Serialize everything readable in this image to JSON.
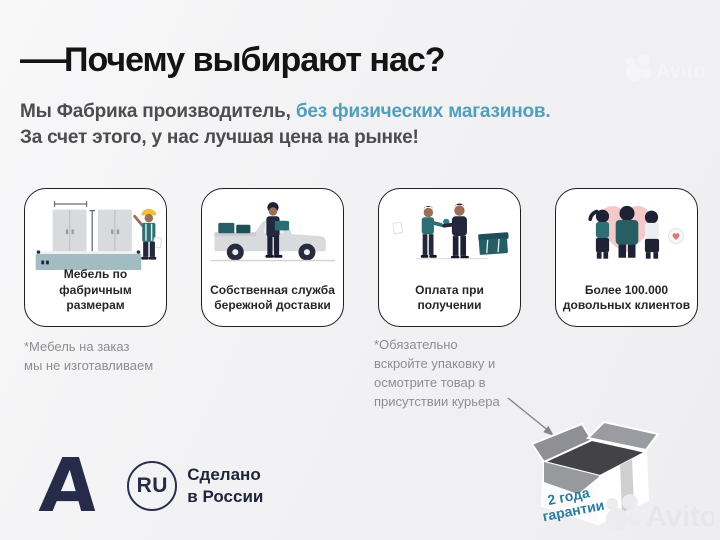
{
  "header": {
    "dash": "—",
    "title": "Почему выбирают нас?"
  },
  "subtitle": {
    "line1_normal": "Мы Фабрика производитель, ",
    "line1_accent": "без физических магазинов.",
    "line2": "За счет этого, у нас лучшая цена на рынке!",
    "accent_color": "#4f9fbd"
  },
  "cards": [
    {
      "label": "Мебель по фабричным размерам",
      "illustration": "furniture-measure"
    },
    {
      "label": "Собственная служба бережной доставки",
      "illustration": "delivery-truck"
    },
    {
      "label": "Оплата при получении",
      "illustration": "payment-on-receipt"
    },
    {
      "label": "Более 100.000 довольных клиентов",
      "illustration": "happy-clients"
    }
  ],
  "footnotes": [
    {
      "lines": [
        "*Мебель на заказ",
        "мы не изготавливаем"
      ]
    },
    {
      "lines": [
        "*Обязательно",
        "вскройте упаковку и",
        "осмотрите товар в",
        "присутствии курьера"
      ]
    }
  ],
  "made_in_russia": {
    "letter": "A",
    "circle_label": "RU",
    "text_line1": "Сделано",
    "text_line2": "в России",
    "navy_color": "#262b49"
  },
  "guarantee_box": {
    "line1": "2 года",
    "line2": "гарантии",
    "text_color": "#2a7d9c"
  },
  "watermark": {
    "text": "Avito"
  }
}
